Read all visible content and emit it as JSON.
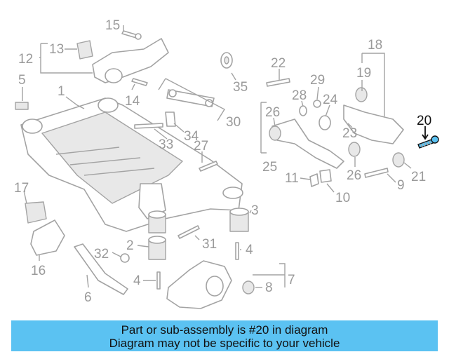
{
  "callouts": {
    "c1": "1",
    "c2": "2",
    "c3": "3",
    "c4a": "4",
    "c4b": "4",
    "c5": "5",
    "c6": "6",
    "c7": "7",
    "c8": "8",
    "c9": "9",
    "c10": "10",
    "c11": "11",
    "c12": "12",
    "c13": "13",
    "c14": "14",
    "c15": "15",
    "c16": "16",
    "c17": "17",
    "c18": "18",
    "c19": "19",
    "c20": "20",
    "c21": "21",
    "c22": "22",
    "c23": "23",
    "c24": "24",
    "c25": "25",
    "c26a": "26",
    "c26b": "26",
    "c27": "27",
    "c28": "28",
    "c29": "29",
    "c30": "30",
    "c31": "31",
    "c32": "32",
    "c33": "33",
    "c34": "34",
    "c35": "35"
  },
  "highlighted_part": "20",
  "colors": {
    "banner_bg": "#5bc2f2",
    "line_art": "#a3a3a3",
    "highlight": "#111111"
  },
  "banner": {
    "line1": "Part or sub-assembly is #20 in diagram",
    "line2": "Diagram may not be specific to your vehicle"
  }
}
